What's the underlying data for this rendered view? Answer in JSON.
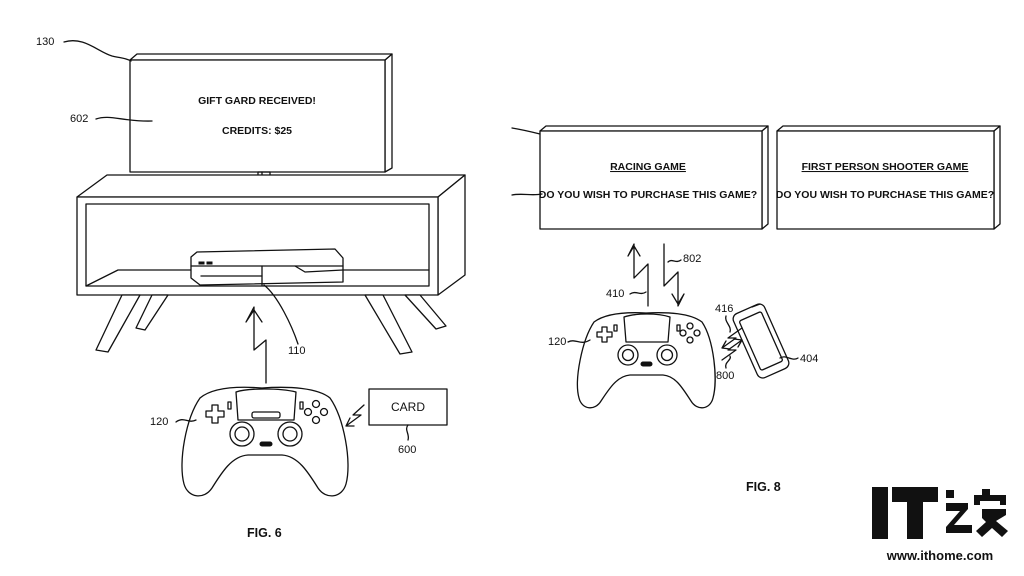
{
  "fig6": {
    "tv_line1": "GIFT GARD RECEIVED!",
    "tv_line2": "CREDITS: $25",
    "card_label": "CARD",
    "ref_tv": "130",
    "ref_screen": "602",
    "ref_console": "110",
    "ref_controller": "120",
    "ref_card": "600",
    "caption": "FIG. 6"
  },
  "fig8": {
    "screen1_title": "RACING GAME",
    "screen1_question": "DO YOU WISH TO PURCHASE THIS GAME?",
    "screen2_title": "FIRST PERSON SHOOTER GAME",
    "screen2_question": "DO YOU WISH TO PURCHASE THIS GAME?",
    "ref_up": "410",
    "ref_down": "802",
    "ref_controller": "120",
    "ref_phone_signal": "416",
    "ref_controller_signal": "800",
    "ref_phone": "404",
    "caption": "FIG. 8"
  },
  "watermark": {
    "logo_text": "IT之家",
    "url": "www.ithome.com"
  },
  "icons": [
    "controller-icon",
    "console-icon",
    "smartphone-icon",
    "lightning-signal-icon",
    "card-icon",
    "tv-icon"
  ]
}
